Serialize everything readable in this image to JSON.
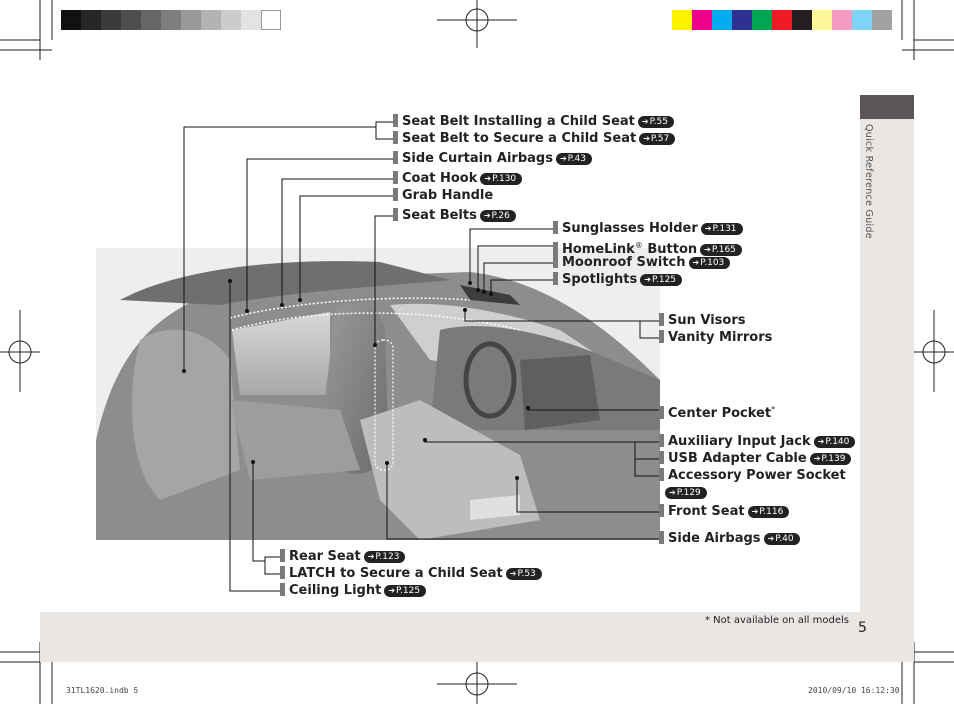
{
  "print_marks": {
    "gray_swatches": [
      "#111111",
      "#262626",
      "#3a3a3a",
      "#4e4e4e",
      "#666666",
      "#7e7e7e",
      "#999999",
      "#b3b3b3",
      "#cccccc",
      "#e3e3e3",
      "#ffffff"
    ],
    "color_swatches": [
      "#fff200",
      "#ec008c",
      "#00aeef",
      "#2e3192",
      "#00a651",
      "#ed1c24",
      "#231f20",
      "#fff799",
      "#f49ac1",
      "#7fd3f7",
      "#a1a1a1"
    ]
  },
  "sidebar": {
    "section_title": "Quick Reference Guide"
  },
  "labels": {
    "seat_belt_child": {
      "text": "Seat Belt Installing a Child Seat",
      "ref": "P.55"
    },
    "seat_belt_secure": {
      "text": "Seat Belt to Secure a Child Seat",
      "ref": "P.57"
    },
    "side_curtain": {
      "text": "Side Curtain Airbags",
      "ref": "P.43"
    },
    "coat_hook": {
      "text": "Coat Hook",
      "ref": "P.130"
    },
    "grab_handle": {
      "text": "Grab Handle"
    },
    "seat_belts": {
      "text": "Seat Belts",
      "ref": "P.26"
    },
    "sunglasses": {
      "text": "Sunglasses Holder",
      "ref": "P.131"
    },
    "homelink": {
      "text": "HomeLink",
      "reg": "®",
      "suffix": " Button",
      "ref": "P.165"
    },
    "moonroof": {
      "text": "Moonroof Switch",
      "ref": "P.103"
    },
    "spotlights": {
      "text": "Spotlights",
      "ref": "P.125"
    },
    "sun_visors": {
      "text": "Sun Visors"
    },
    "vanity": {
      "text": "Vanity Mirrors"
    },
    "center_pocket": {
      "text": "Center Pocket",
      "mark": "*"
    },
    "aux_jack": {
      "text": "Auxiliary Input Jack",
      "ref": "P.140"
    },
    "usb": {
      "text": "USB Adapter Cable",
      "ref": "P.139"
    },
    "accessory": {
      "text": "Accessory Power Socket",
      "ref": "P.129"
    },
    "front_seat": {
      "text": "Front Seat",
      "ref": "P.116"
    },
    "side_airbags": {
      "text": "Side Airbags",
      "ref": "P.40"
    },
    "rear_seat": {
      "text": "Rear Seat",
      "ref": "P.123"
    },
    "latch": {
      "text": "LATCH to Secure a Child Seat",
      "ref": "P.53"
    },
    "ceiling_light": {
      "text": "Ceiling Light",
      "ref": "P.125"
    }
  },
  "footnote": "* Not available on all models",
  "page_number": "5",
  "imprint": {
    "file": "31TL1620.indb   5",
    "datetime": "2010/09/10   16:12:30"
  }
}
